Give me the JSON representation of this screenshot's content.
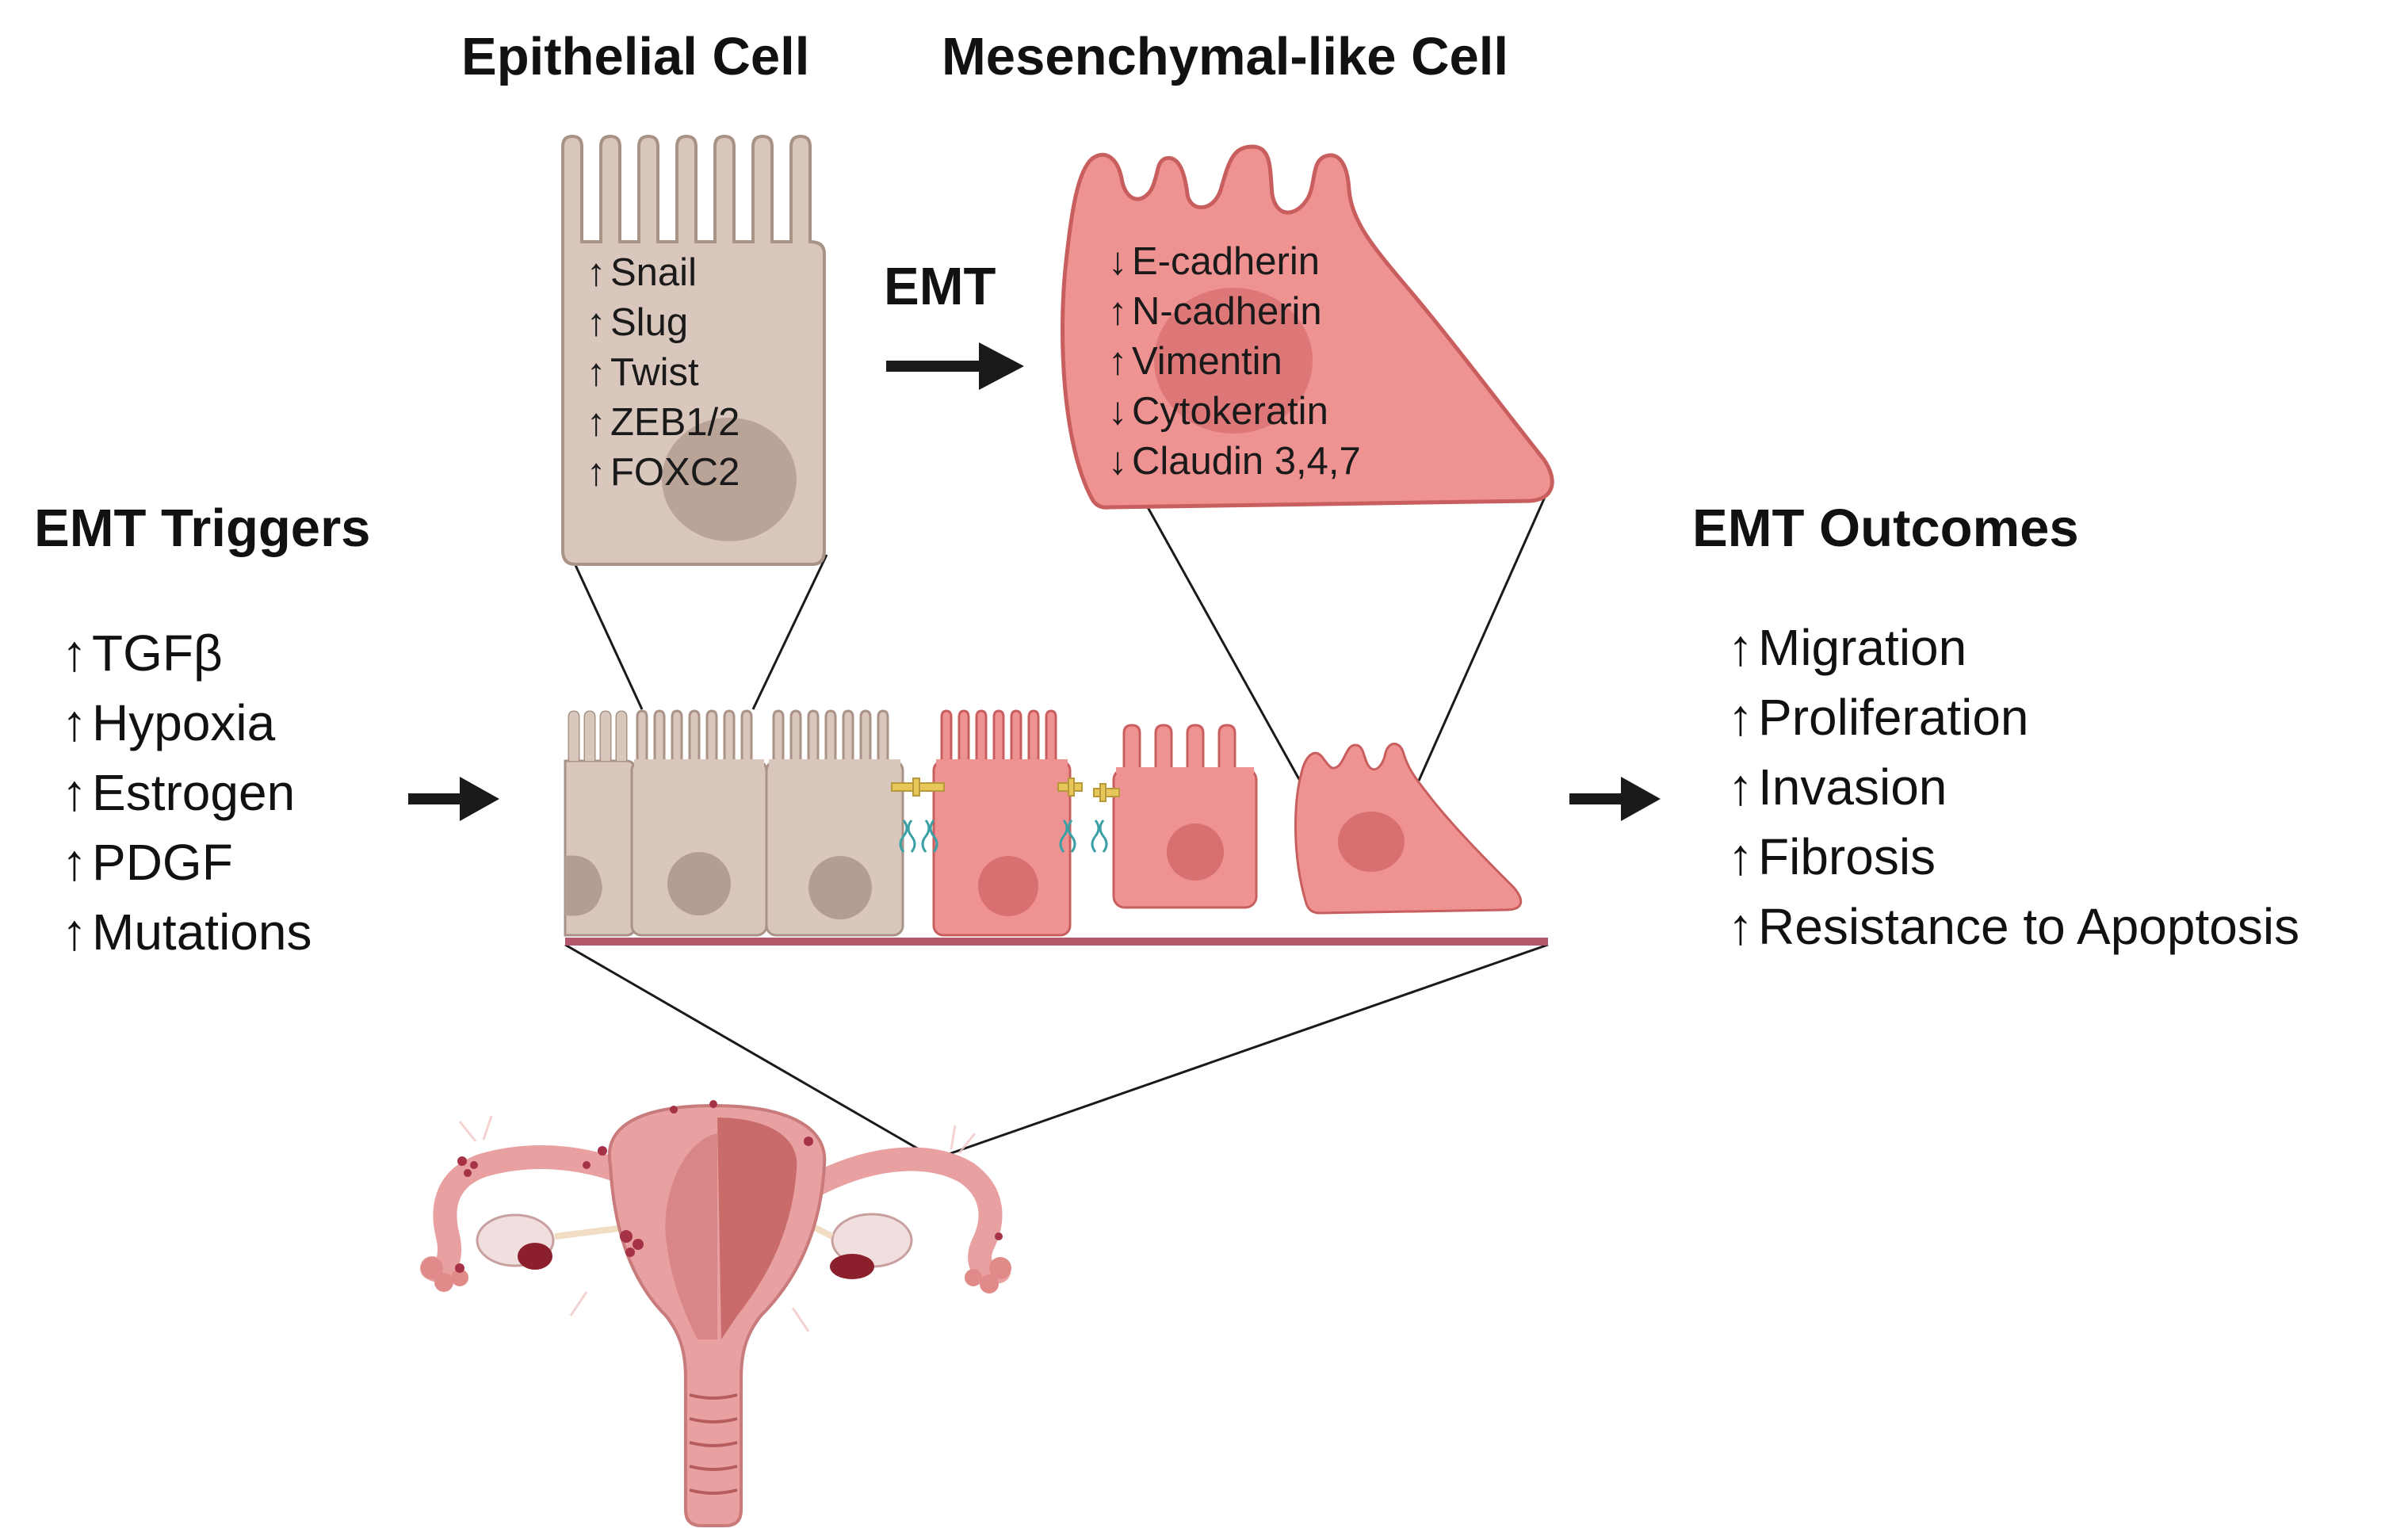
{
  "headings": {
    "epithelial": "Epithelial Cell",
    "mesenchymal": "Mesenchymal-like Cell",
    "emt": "EMT",
    "triggers": "EMT Triggers",
    "outcomes": "EMT Outcomes"
  },
  "epithelial_markers": [
    {
      "arrow": "↑",
      "label": "Snail"
    },
    {
      "arrow": "↑",
      "label": "Slug"
    },
    {
      "arrow": "↑",
      "label": "Twist"
    },
    {
      "arrow": "↑",
      "label": "ZEB1/2"
    },
    {
      "arrow": "↑",
      "label": "FOXC2"
    }
  ],
  "mesenchymal_markers": [
    {
      "arrow": "↓",
      "label": "E-cadherin"
    },
    {
      "arrow": "↑",
      "label": "N-cadherin"
    },
    {
      "arrow": "↑",
      "label": "Vimentin"
    },
    {
      "arrow": "↓",
      "label": "Cytokeratin"
    },
    {
      "arrow": "↓",
      "label": "Claudin 3,4,7"
    }
  ],
  "triggers": [
    {
      "arrow": "↑",
      "label": "TGFβ"
    },
    {
      "arrow": "↑",
      "label": "Hypoxia"
    },
    {
      "arrow": "↑",
      "label": "Estrogen"
    },
    {
      "arrow": "↑",
      "label": "PDGF"
    },
    {
      "arrow": "↑",
      "label": "Mutations"
    }
  ],
  "outcomes": [
    {
      "arrow": "↑",
      "label": "Migration"
    },
    {
      "arrow": "↑",
      "label": "Proliferation"
    },
    {
      "arrow": "↑",
      "label": "Invasion"
    },
    {
      "arrow": "↑",
      "label": "Fibrosis"
    },
    {
      "arrow": "↑",
      "label": "Resistance to Apoptosis"
    }
  ],
  "colors": {
    "epithelial_fill": "#d9c6bd",
    "epithelial_stroke": "#a99386",
    "epithelial_nucleus": "#b49d92",
    "mesenchymal_fill": "#ee9391",
    "mesenchymal_stroke": "#c95e5e",
    "mesenchymal_nucleus": "#d86f70",
    "junction_gold": "#e8c75a",
    "junction_teal": "#3aa0a6",
    "basement": "#b5576a",
    "arrow": "#1a1a1a",
    "uterus_outer": "#e8a0a0",
    "uterus_inner": "#c96b6b",
    "lesion": "#a63248"
  },
  "icons": [
    "emt-arrow-icon",
    "triggers-arrow-icon",
    "outcomes-arrow-icon",
    "uterus-illustration-icon"
  ]
}
